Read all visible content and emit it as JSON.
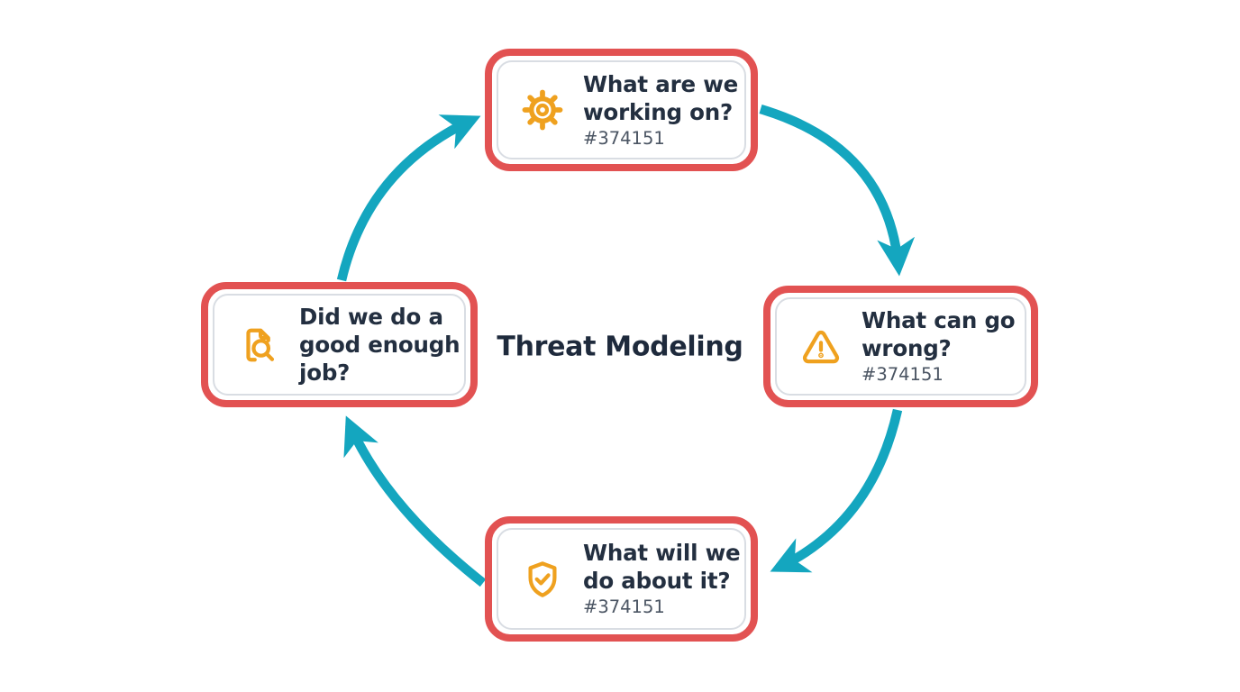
{
  "title": "Threat Modeling",
  "nodes": [
    {
      "id": "what-are-we-working-on",
      "icon": "gear-icon",
      "lines": [
        "What are we",
        "working on?"
      ],
      "color_code": "#374151"
    },
    {
      "id": "what-can-go-wrong",
      "icon": "warning-triangle-icon",
      "lines": [
        "What can go",
        "wrong?"
      ],
      "color_code": "#374151"
    },
    {
      "id": "what-will-we-do-about-it",
      "icon": "shield-check-icon",
      "lines": [
        "What will we",
        "do about it?"
      ],
      "color_code": "#374151"
    },
    {
      "id": "did-we-do-a-good-enough-job",
      "icon": "document-search-icon",
      "lines": [
        "Did we do a",
        "good enough",
        "job?"
      ]
    }
  ],
  "cycle": [
    "what-are-we-working-on -> what-can-go-wrong",
    "what-can-go-wrong -> what-will-we-do-about-it",
    "what-will-we-do-about-it -> did-we-do-a-good-enough-job",
    "did-we-do-a-good-enough-job -> what-are-we-working-on"
  ],
  "colors": {
    "box_border_red": "#e25252",
    "inner_border_gray": "#d9dde3",
    "arrow_teal": "#14a6bf",
    "icon_orange": "#efa11f",
    "question_text": "#232f40",
    "code_text": "#4b5563",
    "background": "#ffffff"
  }
}
